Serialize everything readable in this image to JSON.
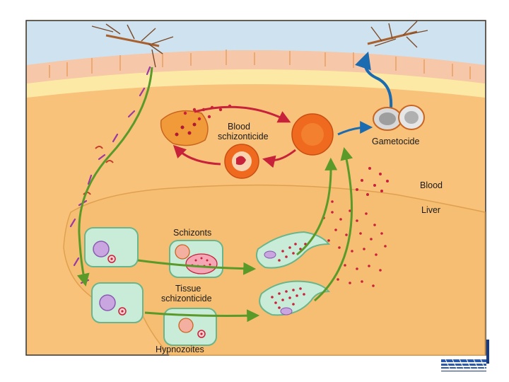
{
  "labels": {
    "blood_schizonticide": [
      "Blood",
      "schizonticide"
    ],
    "gametocide": "Gametocide",
    "blood": "Blood",
    "liver": "Liver",
    "schizonts": "Schizonts",
    "tissue_schizonticide": [
      "Tissue",
      "schizonticide"
    ],
    "hypnozoites": "Hypnozoites"
  },
  "colors": {
    "sky": "#cfe2ef",
    "skin": "#f9d89a",
    "blood_region": "#f8c27a",
    "liver": "#f6be72",
    "green_arrow": "#5a9a2a",
    "red_arrow": "#c8213a",
    "blue_arrow": "#1a6bb0",
    "red_cell": "#ef6a1f",
    "cell_green": "#c9ecd9"
  },
  "icons": [
    "mosquito-icon",
    "mosquito-icon",
    "logo-icon"
  ]
}
